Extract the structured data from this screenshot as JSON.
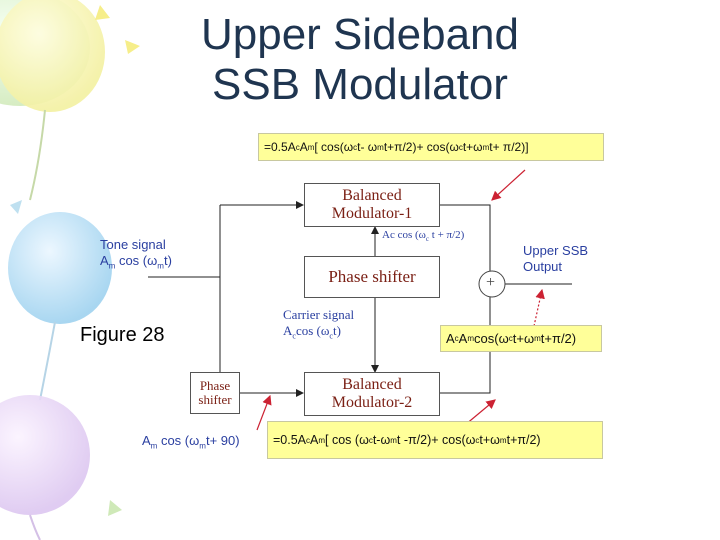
{
  "title": {
    "line1": "Upper Sideband",
    "line2": "SSB Modulator"
  },
  "figure_label": "Figure 28",
  "equations": {
    "top": {
      "pre": "=0.5A",
      "s1": "c",
      "m1": "A",
      "s2": "m",
      "m2": "[ cos(ω",
      "s3": "c",
      "m3": "t- ω",
      "s4": "m",
      "m4": "t+π/2)+ cos(ω",
      "s5": "c",
      "m5": "t+ω",
      "s6": "m",
      "post": "t+ π/2)]"
    },
    "middle": {
      "pre": "A",
      "s1": "c",
      "m1": "A",
      "s2": "m",
      "m2": "cos(ω",
      "s3": "c",
      "m3": "t+ω",
      "s4": "m",
      "post": "t+π/2)"
    },
    "bottom": {
      "pre": "=0.5A",
      "s1": "c",
      "m1": "A",
      "s2": "m",
      "m2": "[ cos (ω",
      "s3": "c",
      "m3": "t-ω",
      "s4": "m",
      "m4": "t -π/2)+ cos(ω",
      "s5": "c",
      "m5": "t+ω",
      "s6": "m",
      "post": "t+π/2)"
    }
  },
  "blocks": {
    "bm1": {
      "line1": "Balanced",
      "line2": "Modulator-1"
    },
    "phase_shifter": {
      "label": "Phase shifter"
    },
    "bm2": {
      "line1": "Balanced",
      "line2": "Modulator-2"
    },
    "small_shifter": {
      "line1": "Phase",
      "line2": "shifter"
    }
  },
  "labels": {
    "tone": {
      "line1": "Tone signal",
      "a": "A",
      "a_sub": "m",
      "mid": " cos (ω",
      "w_sub": "m",
      "end": "t)"
    },
    "carrier_shift": {
      "pre": "Ac cos (ω",
      "sub": "c",
      "post": " t + π/2)"
    },
    "carrier": {
      "line1": "Carrier signal",
      "a": "A",
      "a_sub": "c",
      "mid": "cos (ω",
      "w_sub": "c",
      "end": "t)"
    },
    "output": {
      "line1": "Upper SSB",
      "line2": "Output"
    },
    "tone_shift": {
      "a": "A",
      "a_sub": "m",
      "mid": " cos (ω",
      "w_sub": "m",
      "end": "t+ 90)"
    },
    "summer": "+"
  },
  "colors": {
    "title": "#1f3550",
    "block_text": "#7a1f14",
    "label_blue": "#2a3fa0",
    "equation_box": "#ffff99",
    "arrow_red": "#cc2233"
  }
}
